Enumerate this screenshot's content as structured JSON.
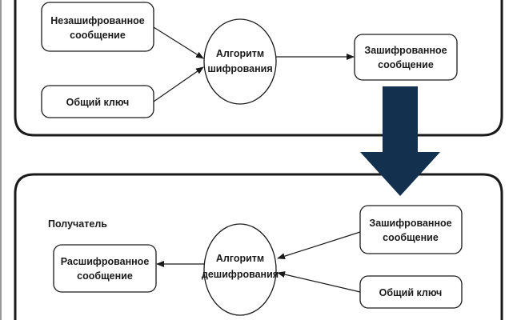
{
  "colors": {
    "arrow": "#13304f",
    "stroke": "#1a1a1a"
  },
  "sender": {
    "plain_message": [
      "Незашифрованное",
      "сообщение"
    ],
    "shared_key": "Общий ключ",
    "algorithm": [
      "Алгоритм",
      "шифрования"
    ],
    "encrypted_message": [
      "Зашифрованное",
      "сообщение"
    ]
  },
  "receiver": {
    "label": "Получатель",
    "decrypted_message": [
      "Расшифрованное",
      "сообщение"
    ],
    "algorithm": [
      "Алгоритм",
      "дешифрования"
    ],
    "encrypted_message": [
      "Зашифрованное",
      "сообщение"
    ],
    "shared_key": "Общий ключ"
  }
}
